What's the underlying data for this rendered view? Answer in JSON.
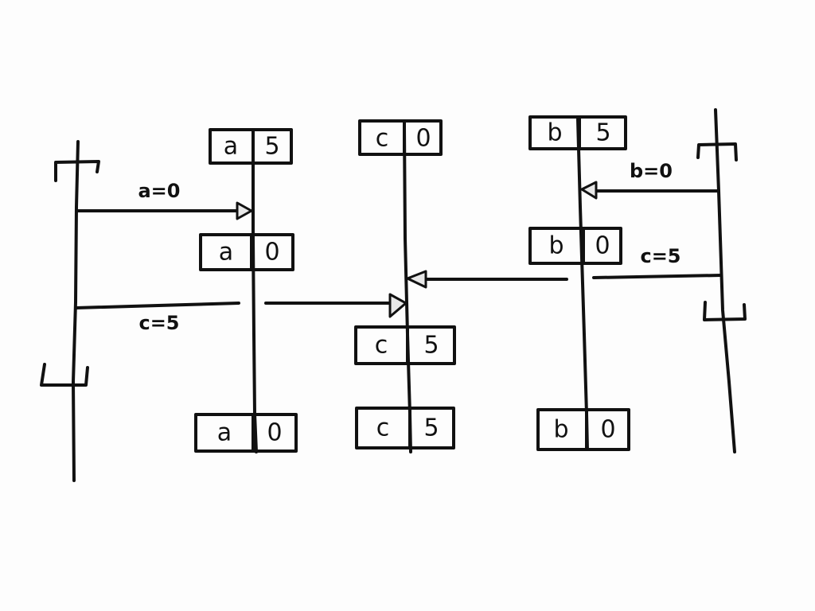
{
  "diagram": {
    "processes": [
      {
        "id": "P1"
      },
      {
        "id": "P2"
      }
    ],
    "registers": {
      "reg_a": {
        "boxes": [
          {
            "name": "a",
            "value": "5"
          },
          {
            "name": "a",
            "value": "0"
          },
          {
            "name": "a",
            "value": "0"
          }
        ]
      },
      "reg_c": {
        "boxes": [
          {
            "name": "c",
            "value": "0"
          },
          {
            "name": "c",
            "value": "5"
          },
          {
            "name": "c",
            "value": "5"
          }
        ]
      },
      "reg_b": {
        "boxes": [
          {
            "name": "b",
            "value": "5"
          },
          {
            "name": "b",
            "value": "0"
          },
          {
            "name": "b",
            "value": "0"
          }
        ]
      }
    },
    "messages": {
      "m1": {
        "label": "a=0",
        "from": "P1",
        "to": "reg_a"
      },
      "m2": {
        "label": "c=5",
        "from": "P1",
        "to": "reg_c"
      },
      "m3": {
        "label": "b=0",
        "from": "P2",
        "to": "reg_b"
      },
      "m4": {
        "label": "c=5",
        "from": "P2",
        "to": "reg_c"
      }
    }
  }
}
